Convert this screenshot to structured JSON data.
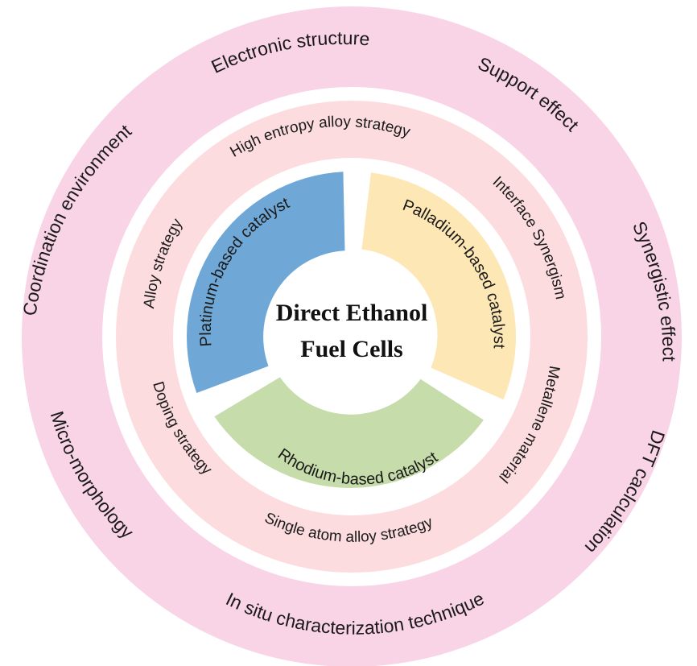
{
  "center": {
    "line1": "Direct Ethanol",
    "line2": "Fuel Cells"
  },
  "catalysts": [
    {
      "label": "Platinum-based catalyst",
      "color": "#6fa8d6"
    },
    {
      "label": "Palladium-based catalyst",
      "color": "#fde7b4"
    },
    {
      "label": "Rhodium-based catalyst",
      "color": "#c6dcaa"
    }
  ],
  "strategies": [
    "High entropy alloy strategy",
    "Interface Synergism",
    "Metallene material",
    "Single atom alloy strategy",
    "Doping strategy",
    "Alloy strategy"
  ],
  "topics": [
    "Electronic structure",
    "Support effect",
    "Synergistic effect",
    "DFT caclculation",
    "In situ characterization technique",
    "Micro-morphology",
    "Coordination environment"
  ],
  "colors": {
    "outer_ring": "#f9d3e6",
    "middle_ring": "#fcdcdf",
    "separator": "#ffffff"
  }
}
